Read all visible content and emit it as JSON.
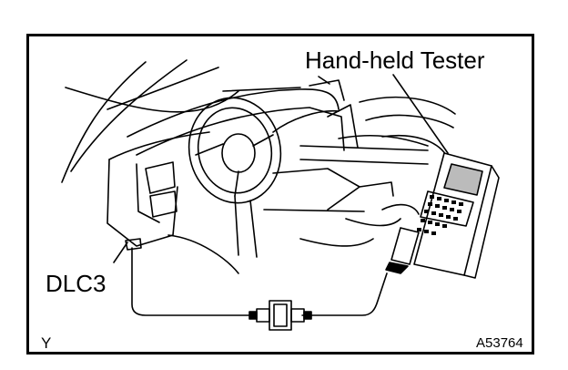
{
  "labels": {
    "tester": "Hand-held Tester",
    "connector": "DLC3",
    "corner_mark": "Y",
    "figure_id": "A53764"
  }
}
